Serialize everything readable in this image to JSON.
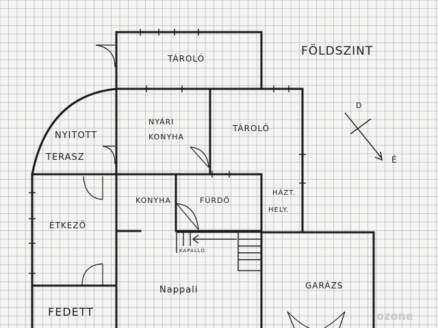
{
  "plan": {
    "title": "FÖLDSZINT",
    "rooms": {
      "storage_top": "TÁROLÓ",
      "storage_mid": "TÁROLÓ",
      "summer_kitchen": [
        "NYÁRI",
        "KONYHA"
      ],
      "open_terrace": [
        "NYITOTT",
        "TERASZ"
      ],
      "kitchen": "KONYHA",
      "bathroom": "FÜRDŐ",
      "utility": [
        "HÁZT.",
        "HELY."
      ],
      "dining": "ÉTKEZŐ",
      "staircase": "KAPALLÓ",
      "living": "Nappali",
      "garage": "GARÁZS",
      "covered": "FEDETT"
    },
    "compass": {
      "north": "D",
      "east": "É"
    }
  },
  "watermark": "ozone"
}
